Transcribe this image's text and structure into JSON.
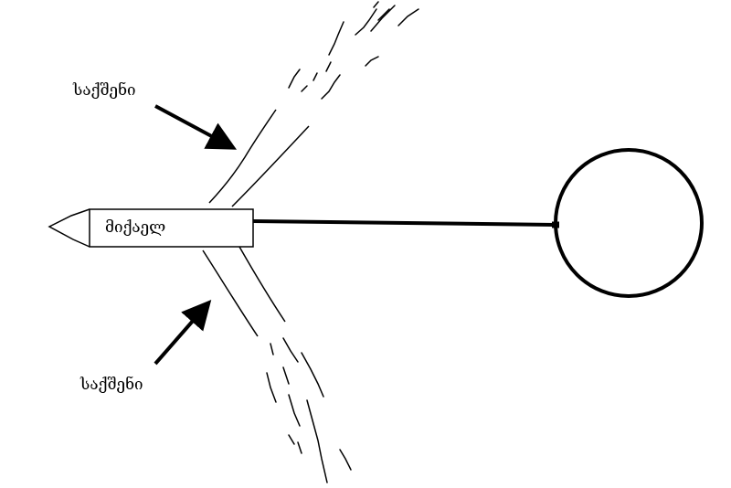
{
  "labels": {
    "top_arrow_label": "საქშენი",
    "bottom_arrow_label": "საქშენი",
    "projectile_label": "მიქაელ"
  },
  "colors": {
    "stroke": "#000000",
    "background": "#ffffff"
  }
}
